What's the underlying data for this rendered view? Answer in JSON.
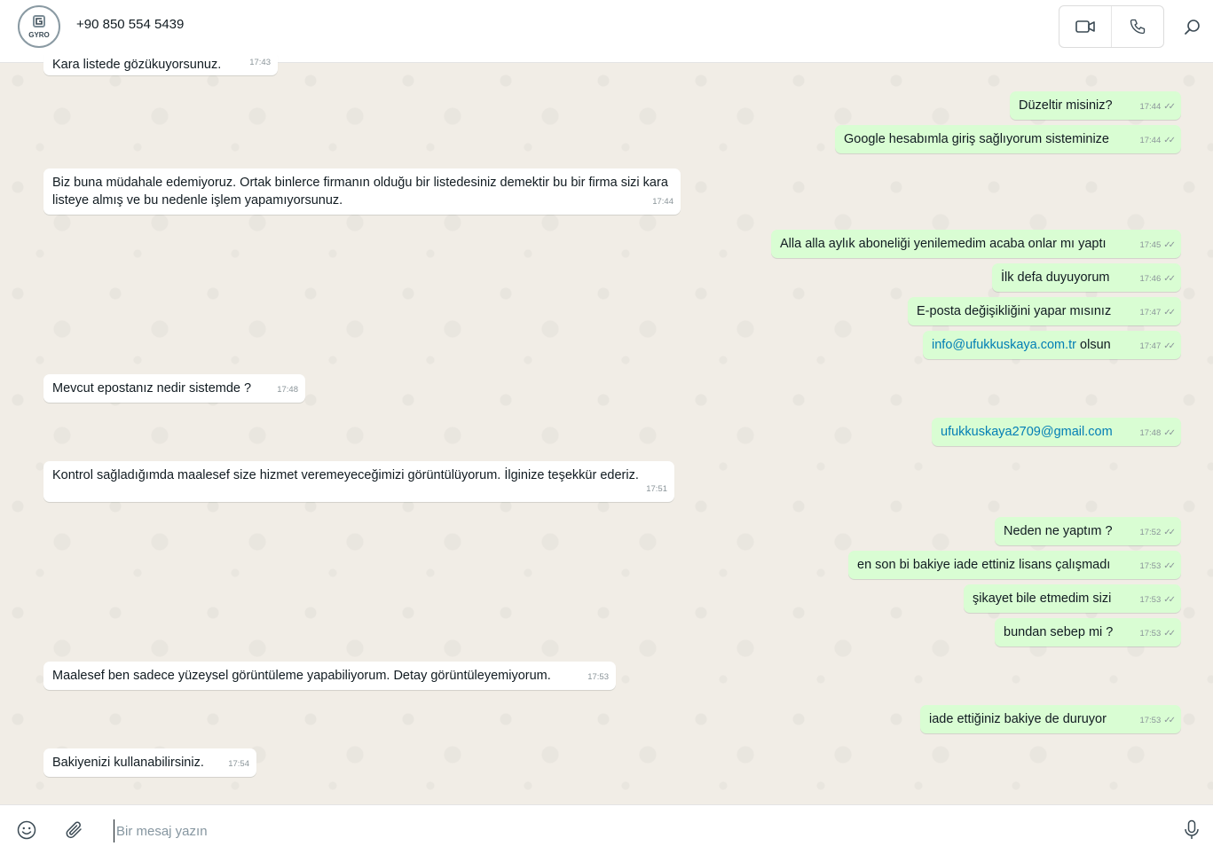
{
  "header": {
    "contact_name": "+90 850 554 5439",
    "avatar_text": "GYRO",
    "video_icon": "video-camera-icon",
    "call_icon": "phone-icon",
    "search_icon": "search-icon"
  },
  "messages": [
    {
      "dir": "in",
      "text": "Kara listede gözükuyorsunuz.",
      "time": "17:43"
    },
    {
      "dir": "out",
      "text": "Düzeltir misiniz?",
      "time": "17:44"
    },
    {
      "dir": "out",
      "text": "Google hesabımla giriş sağlıyorum sisteminize",
      "time": "17:44"
    },
    {
      "dir": "in",
      "text": "Biz buna müdahale edemiyoruz. Ortak binlerce firmanın olduğu bir listedesiniz demektir bu bir firma sizi kara listeye almış ve bu nedenle işlem yapamıyorsunuz.",
      "time": "17:44"
    },
    {
      "dir": "out",
      "text": "Alla alla aylık aboneliği yenilemedim acaba onlar mı yaptı",
      "time": "17:45"
    },
    {
      "dir": "out",
      "text": "İlk defa duyuyorum",
      "time": "17:46"
    },
    {
      "dir": "out",
      "text": "E-posta değişikliğini yapar mısınız",
      "time": "17:47"
    },
    {
      "dir": "out",
      "link": "info@ufukkuskaya.com.tr",
      "text": " olsun",
      "time": "17:47"
    },
    {
      "dir": "in",
      "text": "Mevcut epostanız nedir sistemde ?",
      "time": "17:48"
    },
    {
      "dir": "out",
      "link": "ufukkuskaya2709@gmail.com",
      "text": "",
      "time": "17:48"
    },
    {
      "dir": "in",
      "text": "Kontrol sağladığımda maalesef size hizmet veremeyeceğimizi görüntülüyorum. İlginize teşekkür ederiz.",
      "time": "17:51"
    },
    {
      "dir": "out",
      "text": "Neden ne yaptım ?",
      "time": "17:52"
    },
    {
      "dir": "out",
      "text": "en son bi bakiye iade ettiniz lisans çalışmadı",
      "time": "17:53"
    },
    {
      "dir": "out",
      "text": "şikayet bile etmedim sizi",
      "time": "17:53"
    },
    {
      "dir": "out",
      "text": "bundan sebep mi ?",
      "time": "17:53"
    },
    {
      "dir": "in",
      "text": "Maalesef ben sadece yüzeysel görüntüleme yapabiliyorum. Detay görüntüleyemiyorum.",
      "time": "17:53"
    },
    {
      "dir": "out",
      "text": "iade ettiğiniz bakiye de duruyor",
      "time": "17:53"
    },
    {
      "dir": "in",
      "text": "Bakiyenizi kullanabilirsiniz.",
      "time": "17:54"
    }
  ],
  "composer": {
    "placeholder": "Bir mesaj yazın",
    "value": "",
    "emoji_icon": "emoji-icon",
    "attach_icon": "paperclip-icon",
    "mic_icon": "microphone-icon"
  },
  "colors": {
    "outgoing_bubble": "#d9fdd3",
    "incoming_bubble": "#ffffff",
    "link": "#027eb5",
    "chat_background": "#efeae2"
  }
}
